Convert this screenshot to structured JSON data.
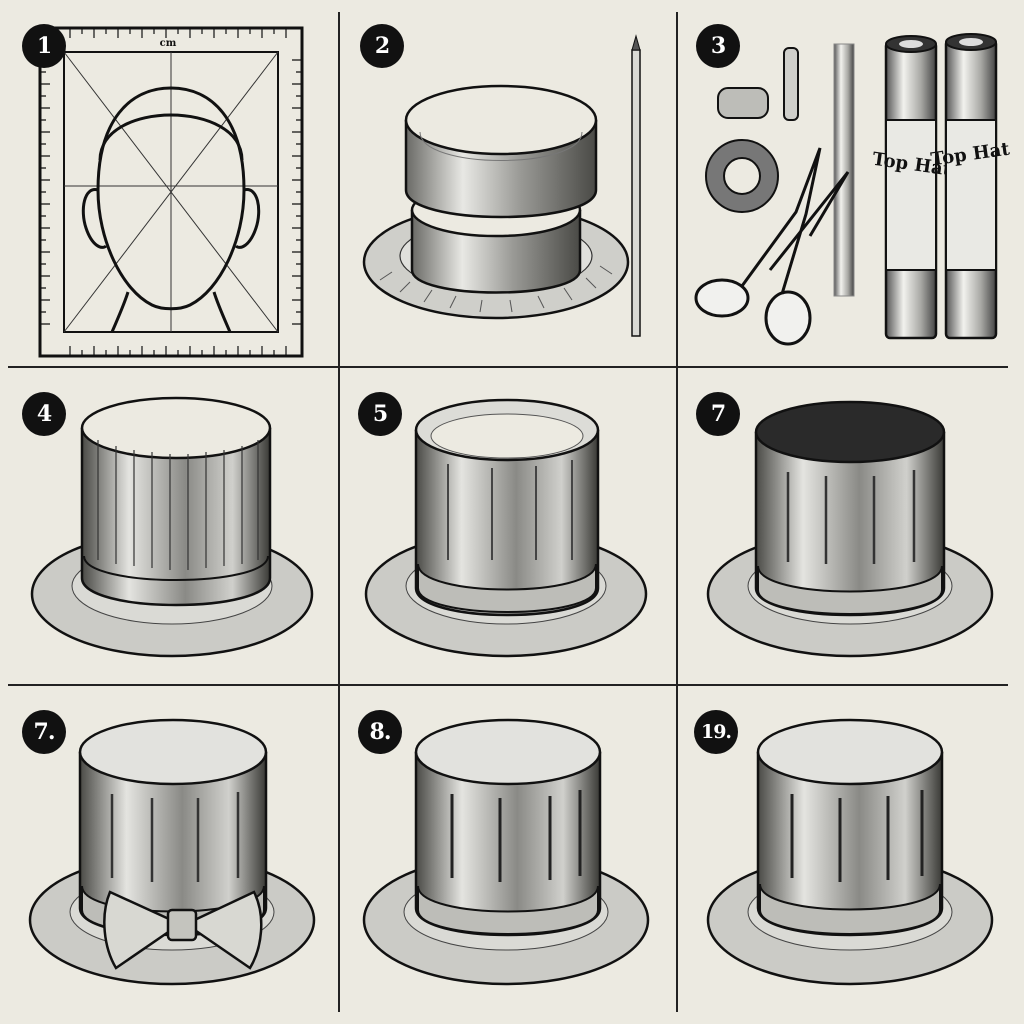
{
  "steps": [
    {
      "number": "1",
      "kind": "measure-head"
    },
    {
      "number": "2",
      "kind": "cut-strips"
    },
    {
      "number": "3",
      "kind": "supplies"
    },
    {
      "number": "4",
      "kind": "glue-crown"
    },
    {
      "number": "5",
      "kind": "smooth-crown"
    },
    {
      "number": "7",
      "kind": "paint-crown"
    },
    {
      "number": "7.",
      "kind": "add-bow"
    },
    {
      "number": "8.",
      "kind": "top-hat"
    },
    {
      "number": "19.",
      "kind": "finished-hat"
    }
  ],
  "supplies": {
    "tube_label_1": "Top Hat",
    "tube_label_2": "Top Hat"
  },
  "ruler_label": "cm",
  "colors": {
    "background": "#eceae1",
    "ink": "#111111",
    "metal_light": "#e6e6e2",
    "metal_mid": "#9a9a96",
    "metal_dark": "#2a2a2a"
  }
}
